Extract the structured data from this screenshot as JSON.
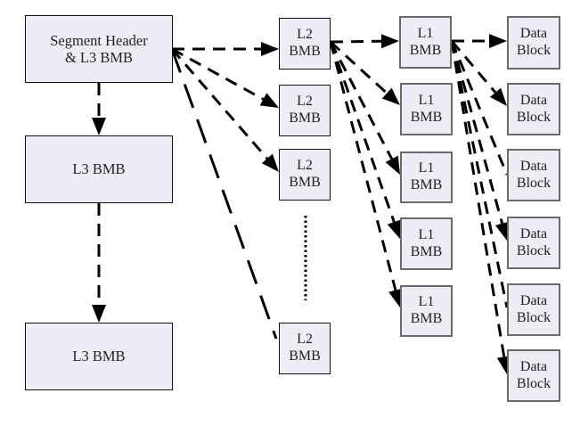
{
  "diagram": {
    "nodes": {
      "segment_header": "Segment Header\n& L3 BMB",
      "l3_1": "L3 BMB",
      "l3_2": "L3 BMB",
      "l2": [
        "L2\nBMB",
        "L2\nBMB",
        "L2\nBMB",
        "L2\nBMB"
      ],
      "l1": [
        "L1\nBMB",
        "L1\nBMB",
        "L1\nBMB",
        "L1\nBMB",
        "L1\nBMB"
      ],
      "data_block": [
        "Data\nBlock",
        "Data\nBlock",
        "Data\nBlock",
        "Data\nBlock",
        "Data\nBlock",
        "Data\nBlock"
      ]
    },
    "edges": [
      {
        "from": "segment_header",
        "to": "l3_1",
        "style": "dashed",
        "arrow": true
      },
      {
        "from": "l3_1",
        "to": "l3_2",
        "style": "dashed",
        "arrow": true
      },
      {
        "from": "segment_header",
        "to": "l2.0",
        "style": "dashed",
        "arrow": true
      },
      {
        "from": "segment_header",
        "to": "l2.1",
        "style": "dashed",
        "arrow": true
      },
      {
        "from": "segment_header",
        "to": "l2.2",
        "style": "dashed",
        "arrow": true
      },
      {
        "from": "segment_header",
        "to": "l2.3",
        "style": "long-dashed",
        "arrow": false
      },
      {
        "from": "l2.0",
        "to": "l1.0",
        "style": "dashed",
        "arrow": true
      },
      {
        "from": "l2.0",
        "to": "l1.1",
        "style": "dashed",
        "arrow": true
      },
      {
        "from": "l2.0",
        "to": "l1.2",
        "style": "dashed",
        "arrow": true
      },
      {
        "from": "l2.0",
        "to": "l1.3",
        "style": "dashed",
        "arrow": true
      },
      {
        "from": "l2.0",
        "to": "l1.4",
        "style": "dashed",
        "arrow": true
      },
      {
        "from": "l1.0",
        "to": "data_block.0",
        "style": "dashed",
        "arrow": true
      },
      {
        "from": "l1.0",
        "to": "data_block.1",
        "style": "dashed",
        "arrow": true
      },
      {
        "from": "l1.0",
        "to": "data_block.2",
        "style": "dashed",
        "arrow": false
      },
      {
        "from": "l1.0",
        "to": "data_block.3",
        "style": "dashed",
        "arrow": true
      },
      {
        "from": "l1.0",
        "to": "data_block.4",
        "style": "dashed",
        "arrow": false
      },
      {
        "from": "l1.0",
        "to": "data_block.5",
        "style": "dashed",
        "arrow": true
      }
    ],
    "ellipsis": "vertical-dots between L2 BMB nodes"
  }
}
